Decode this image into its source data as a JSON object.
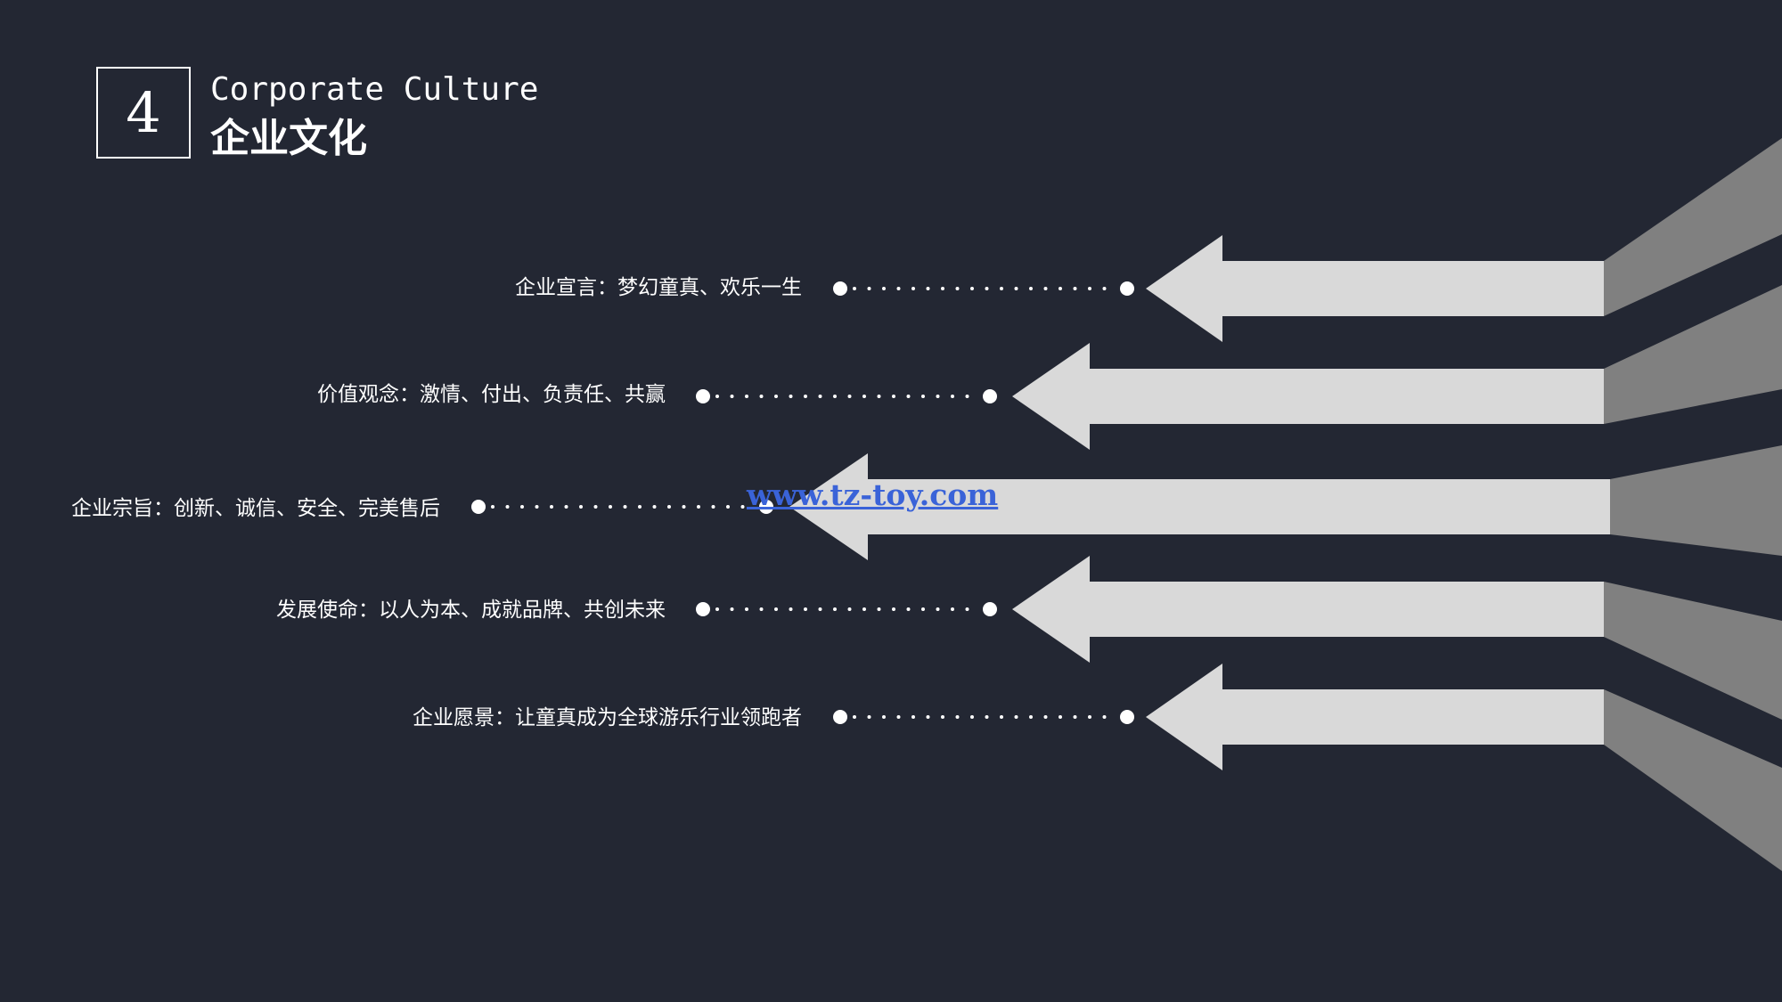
{
  "slide": {
    "section_number": "4",
    "title_en": "Corporate Culture",
    "title_cn": "企业文化"
  },
  "items": [
    {
      "label": "企业宣言：梦幻童真、欢乐一生"
    },
    {
      "label": "价值观念：激情、付出、负责任、共赢"
    },
    {
      "label": "企业宗旨：创新、诚信、安全、完美售后"
    },
    {
      "label": "发展使命：以人为本、成就品牌、共创未来"
    },
    {
      "label": "企业愿景：让童真成为全球游乐行业领跑者"
    }
  ],
  "watermark": {
    "text": "www.tz-toy.com"
  },
  "colors": {
    "background": "#232733",
    "arrow_light": "#d9d9d9",
    "arrow_dark": "#808080",
    "text": "#ffffff",
    "watermark": "#3a63d8"
  }
}
